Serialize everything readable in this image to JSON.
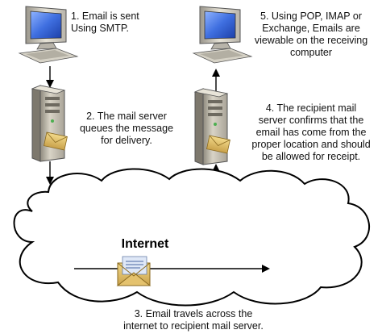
{
  "steps": {
    "step1": "1. Email is sent\nUsing SMTP.",
    "step2": "2. The mail server\nqueues the message\nfor delivery.",
    "step3": "3. Email travels across the\ninternet to recipient mail server.",
    "step4": "4. The recipient mail\nserver confirms that the\nemail has come from the\nproper location and should\nbe allowed for receipt.",
    "step5": "5. Using POP, IMAP or\nExchange, Emails are\nviewable on the receiving\ncomputer"
  },
  "cloud": {
    "label": "Internet"
  },
  "icons": {
    "sender_computer": "desktop-computer-icon",
    "sender_server": "mail-server-icon",
    "recipient_server": "mail-server-icon",
    "recipient_computer": "desktop-computer-icon",
    "envelope": "envelope-icon"
  }
}
